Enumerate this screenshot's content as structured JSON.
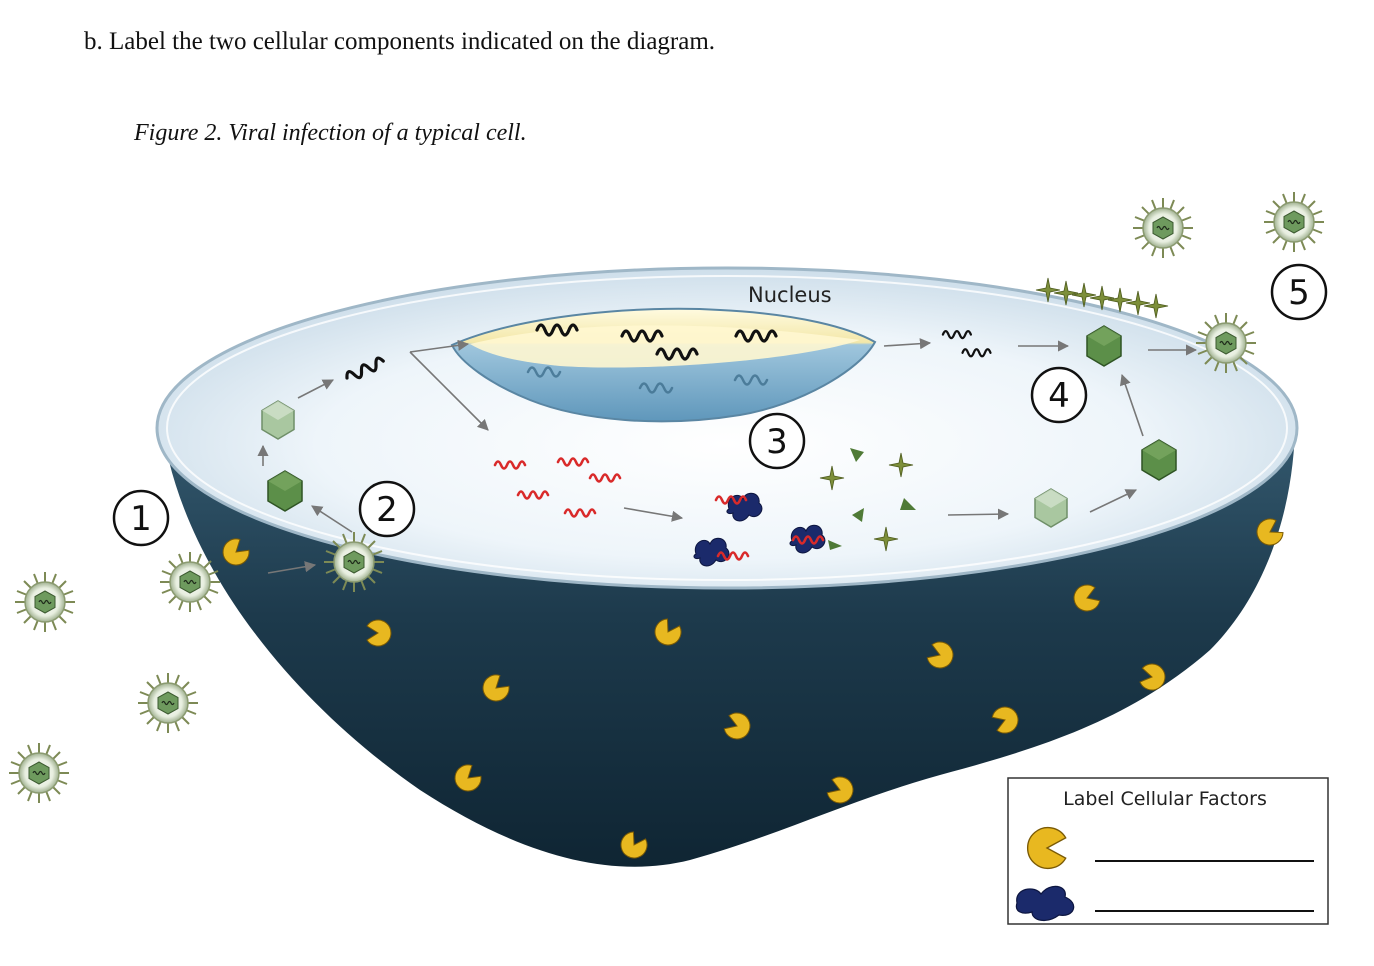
{
  "question": "b. Label the two cellular components indicated on the diagram.",
  "figure_caption": "Figure 2. Viral infection of a typical cell.",
  "diagram": {
    "nucleus_label": "Nucleus",
    "steps": [
      "1",
      "2",
      "3",
      "4",
      "5"
    ],
    "legend": {
      "title": "Label Cellular Factors",
      "entries": [
        {
          "icon": "yellow-pacman-receptor-icon",
          "answer": ""
        },
        {
          "icon": "navy-blob-ribosome-icon",
          "answer": ""
        }
      ]
    },
    "colors": {
      "cytoplasm_top": "#e8f2f8",
      "cell_body": "#1d3a4c",
      "nucleus": "#7fb2cf",
      "capsid": "#3f7a3a",
      "viral_rna": "#d92a2a",
      "receptor": "#e8b820",
      "ribosome": "#1b2a6b"
    }
  }
}
